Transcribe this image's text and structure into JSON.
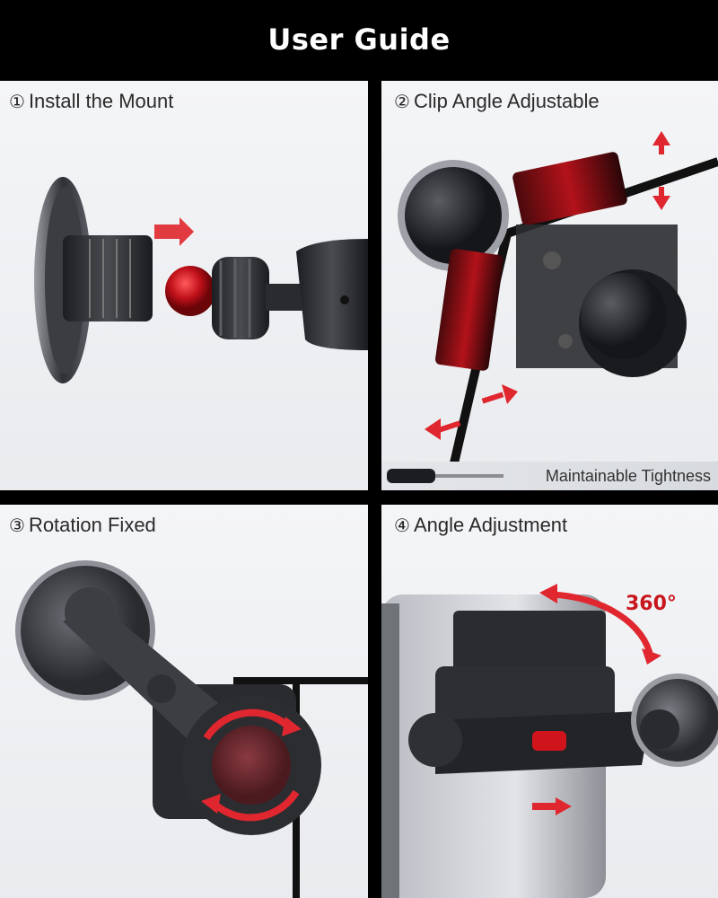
{
  "header": {
    "title": "User Guide"
  },
  "steps": [
    {
      "number": "①",
      "title": "Install the Mount"
    },
    {
      "number": "②",
      "title": "Clip Angle Adjustable",
      "note": "Maintainable Tightness"
    },
    {
      "number": "③",
      "title": "Rotation Fixed"
    },
    {
      "number": "④",
      "title": "Angle Adjustment",
      "rotation_label": "360°"
    }
  ],
  "colors": {
    "accent_red": "#d0141c",
    "background": "#000000",
    "panel": "#eef0f2",
    "metal_dark": "#2b2c30"
  }
}
